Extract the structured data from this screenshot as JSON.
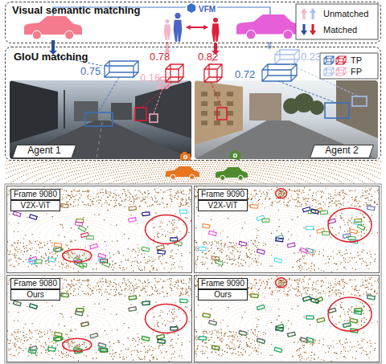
{
  "diagram": {
    "nodes": [
      {
        "text": [
          "Visual semantic matching",
          "VFM"
        ]
      },
      {
        "text": [
          "GIoU matching"
        ]
      },
      {
        "text": [
          "Agent 1"
        ],
        "in": 1
      },
      {
        "text": [
          "Agent 2"
        ],
        "in": 1
      },
      {
        "text": [
          "Frame 9080",
          "V2X-ViT"
        ]
      },
      {
        "text": [
          "Frame 9090",
          "V2X-ViT"
        ]
      },
      {
        "text": [
          "Frame 9080",
          "Ours"
        ]
      },
      {
        "text": [
          "Frame 9090",
          "Ours"
        ]
      }
    ],
    "labels": [
      "0.75",
      "0.16",
      "0.78",
      "0.82",
      "0.23",
      "0.72"
    ],
    "legend": [
      {
        "text": "Unmatched"
      },
      {
        "text": "Matched"
      },
      {
        "text": "TP"
      },
      {
        "text": "FP"
      }
    ]
  }
}
